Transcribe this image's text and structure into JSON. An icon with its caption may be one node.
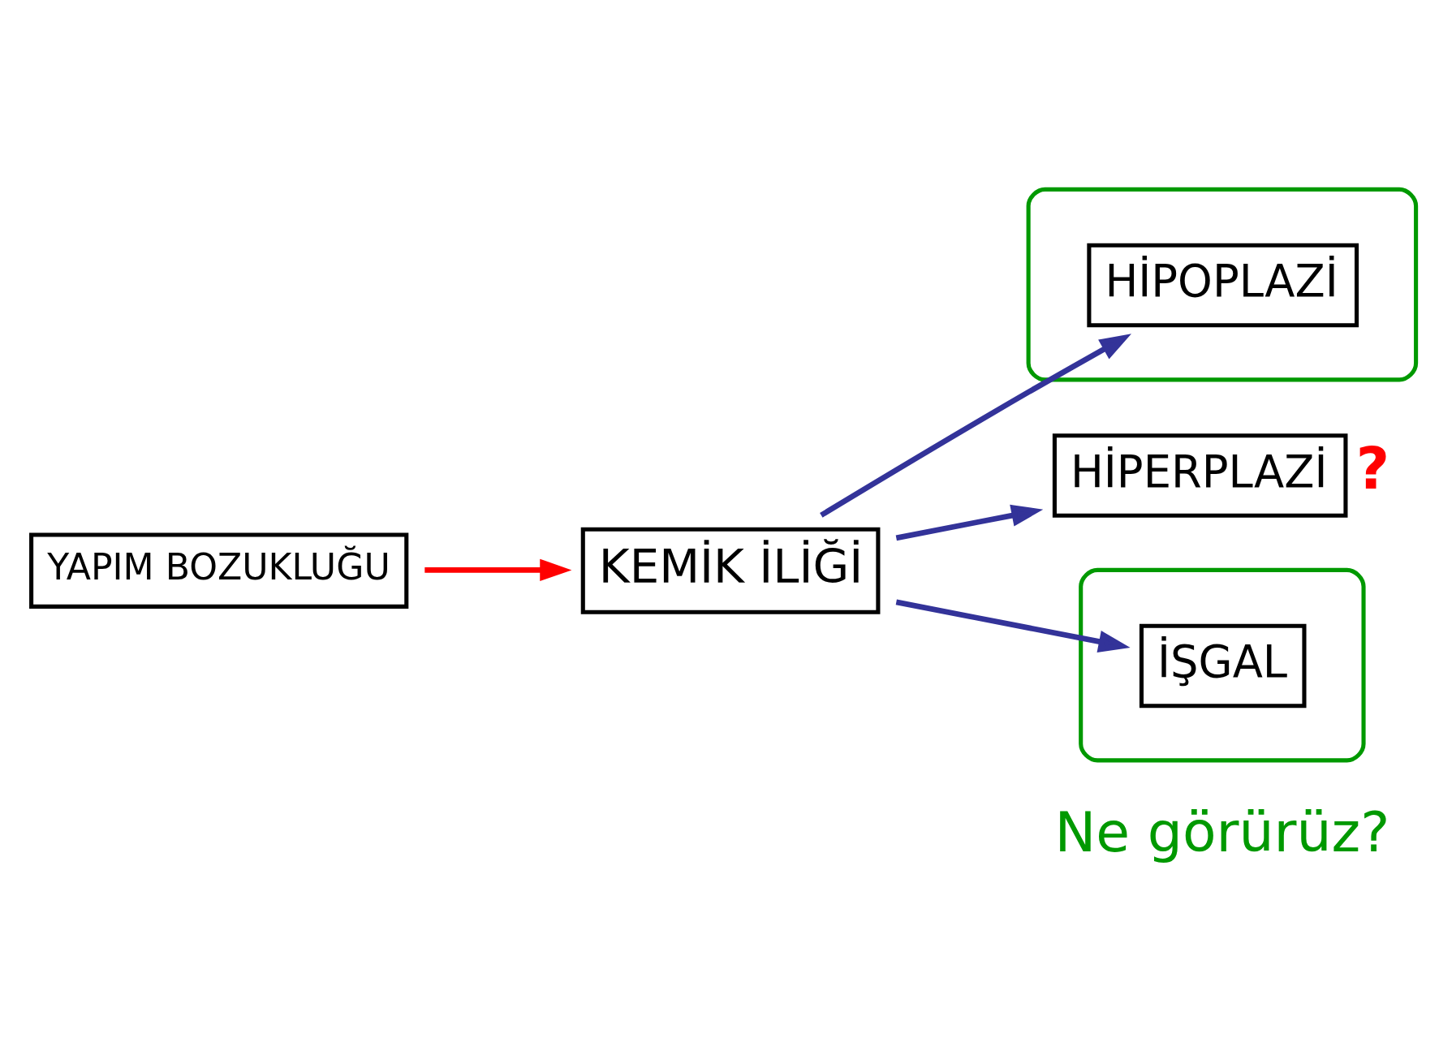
{
  "diagram": {
    "nodes": [
      {
        "text": [
          "YAPIM BOZUKLUĞU"
        ]
      },
      {
        "text": [
          "KEMİK İLİĞİ"
        ]
      },
      {
        "text": [],
        "shape": "ellipse"
      },
      {
        "text": [
          "HİPOPLAZİ"
        ],
        "in": 2
      },
      {
        "text": [
          "HİPERPLAZİ"
        ],
        "beside": [
          "?"
        ]
      },
      {
        "text": [],
        "shape": "ellipse"
      },
      {
        "text": [
          "İŞGAL"
        ],
        "in": 5
      }
    ],
    "edges": [
      {
        "from": 0,
        "to": 1,
        "arrow": "to",
        "color": "#ff0000"
      },
      {
        "from": 1,
        "to": 3,
        "arrow": "to"
      },
      {
        "from": 1,
        "to": 4,
        "arrow": "to"
      },
      {
        "from": 1,
        "to": 6,
        "arrow": "to"
      }
    ],
    "labels": [
      "Ne görürüz?"
    ]
  }
}
